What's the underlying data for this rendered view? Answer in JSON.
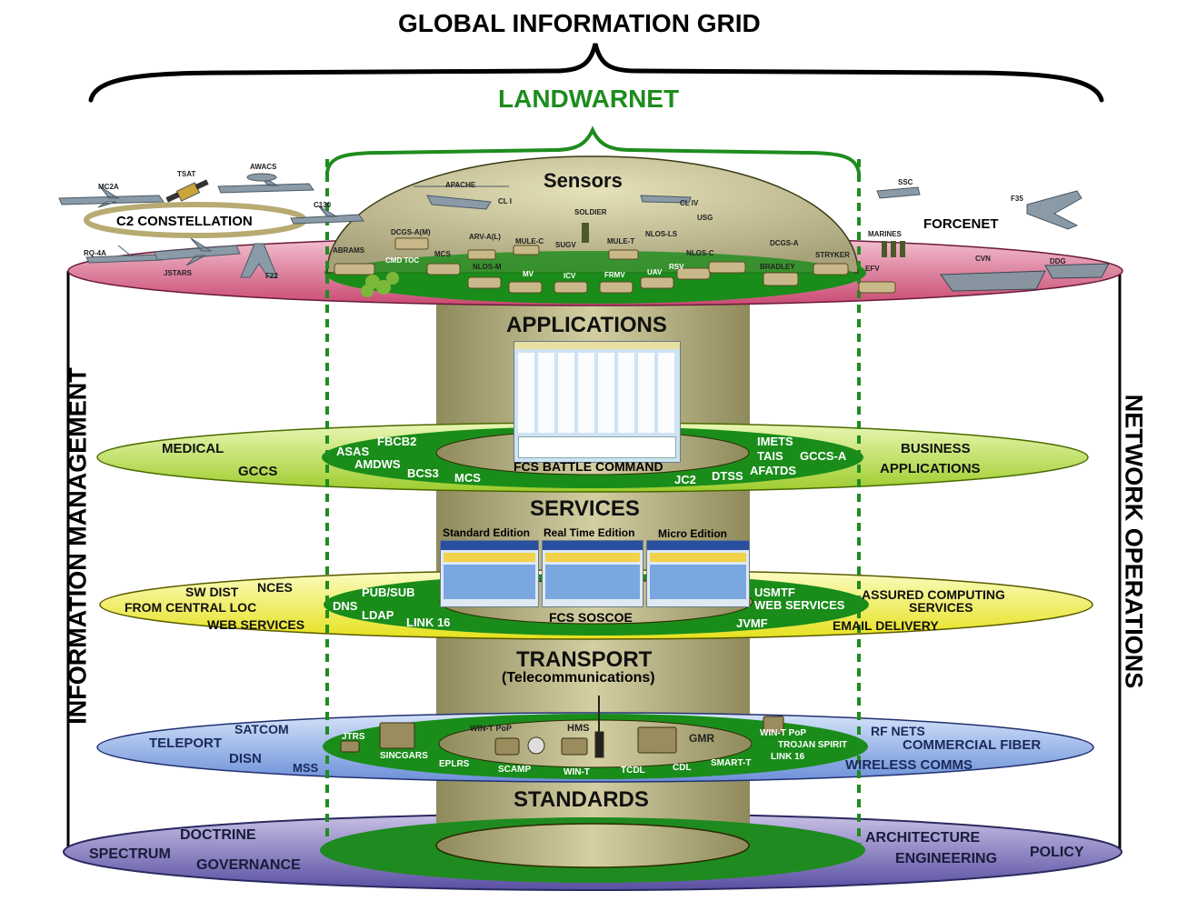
{
  "title": "GLOBAL INFORMATION GRID",
  "landwarnet": "LANDWARNET",
  "side_left": "INFORMATION MANAGEMENT",
  "side_right": "NETWORK OPERATIONS",
  "sensors": {
    "title": "Sensors",
    "c2": "C2 CONSTELLATION",
    "forcenet": "FORCENET",
    "platforms": [
      "MC2A",
      "TSAT",
      "AWACS",
      "C130",
      "RQ-4A",
      "JSTARS",
      "F22",
      "APACHE",
      "CL I",
      "CL IV",
      "SOLDIER",
      "USG",
      "DCGS-A(M)",
      "ABRAMS",
      "CMD TOC",
      "MCS",
      "ARV-A(L)",
      "MULE-C",
      "SUGV",
      "MULE-T",
      "NLOS-LS",
      "NLOS-C",
      "NLOS-M",
      "MV",
      "ICV",
      "FRMV",
      "UAV",
      "RSV",
      "DCGS-A",
      "BRADLEY",
      "STRYKER",
      "MARINES",
      "EFV",
      "SSC",
      "F35",
      "CVN",
      "DDG"
    ]
  },
  "applications": {
    "title": "APPLICATIONS",
    "inner": [
      "ASAS",
      "FBCB2",
      "AMDWS",
      "BCS3",
      "MCS",
      "FCS BATTLE COMMAND",
      "JC2",
      "DTSS",
      "IMETS",
      "TAIS",
      "GCCS-A",
      "AFATDS"
    ],
    "outer": [
      "MEDICAL",
      "GCCS",
      "BUSINESS",
      "APPLICATIONS"
    ]
  },
  "services": {
    "title": "SERVICES",
    "editions": [
      "Standard Edition",
      "Real Time Edition",
      "Micro Edition"
    ],
    "inner": [
      "PUB/SUB",
      "DNS",
      "LDAP",
      "LINK 16",
      "FCS SOSCOE",
      "USMTF",
      "WEB SERVICES",
      "JVMF"
    ],
    "outer": [
      "SW DIST",
      "NCES",
      "FROM  CENTRAL LOC",
      "WEB SERVICES",
      "ASSURED COMPUTING",
      "SERVICES",
      "EMAIL DELIVERY"
    ]
  },
  "transport": {
    "title": "TRANSPORT",
    "subtitle": "(Telecommunications)",
    "inner": [
      "JTRS",
      "SINCGARS",
      "EPLRS",
      "WIN-T PoP",
      "SCAMP",
      "WIN-T",
      "HMS",
      "TCDL",
      "GMR",
      "CDL",
      "SMART-T",
      "WIN-T PoP",
      "TROJAN SPIRIT",
      "LINK 16"
    ],
    "outer": [
      "TELEPORT",
      "SATCOM",
      "DISN",
      "MSS",
      "RF NETS",
      "COMMERCIAL FIBER",
      "WIRELESS COMMS"
    ]
  },
  "standards": {
    "title": "STANDARDS",
    "outer": [
      "DOCTRINE",
      "SPECTRUM",
      "GOVERNANCE",
      "ARCHITECTURE",
      "ENGINEERING",
      "POLICY"
    ]
  }
}
